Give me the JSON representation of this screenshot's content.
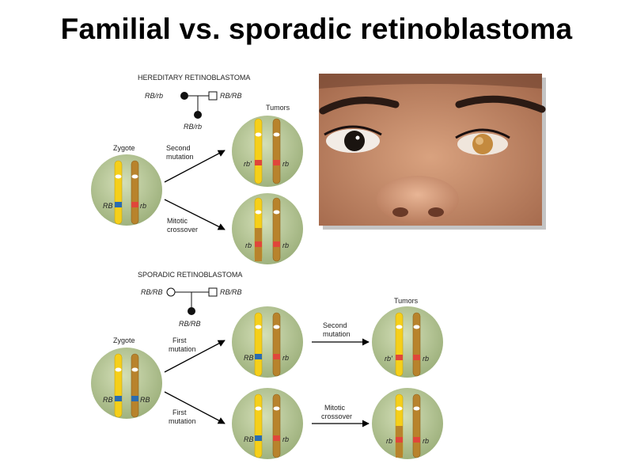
{
  "title": "Familial vs. sporadic retinoblastoma",
  "hereditary": {
    "heading": "HEREDITARY RETINOBLASTOMA",
    "parent_left": "RB/rb",
    "parent_right": "RB/RB",
    "child": "RB/rb",
    "zygote_label": "Zygote",
    "zygote_left_allele": "RB",
    "zygote_right_allele": "rb",
    "tumors_label": "Tumors",
    "arrow_top_label": [
      "Second",
      "mutation"
    ],
    "arrow_bottom_label": [
      "Mitotic",
      "crossover"
    ],
    "tumor1_left": "rb'",
    "tumor1_right": "rb",
    "tumor2_left": "rb",
    "tumor2_right": "rb"
  },
  "sporadic": {
    "heading": "SPORADIC RETINOBLASTOMA",
    "parent_left": "RB/RB",
    "parent_right": "RB/RB",
    "child": "RB/RB",
    "zygote_label": "Zygote",
    "zygote_left_allele": "RB",
    "zygote_right_allele": "RB",
    "arrow_top_label": [
      "First",
      "mutation"
    ],
    "arrow_bottom_label": [
      "First",
      "mutation"
    ],
    "mid1_left": "RB",
    "mid1_right": "rb",
    "mid2_left": "RB",
    "mid2_right": "rb",
    "arrow2_top_label": [
      "Second",
      "mutation"
    ],
    "arrow2_bottom_label": [
      "Mitotic",
      "crossover"
    ],
    "tumors_label": "Tumors",
    "tumor1_left": "rb'",
    "tumor1_right": "rb",
    "tumor2_left": "rb",
    "tumor2_right": "rb"
  },
  "colors": {
    "cell_fill": "#b9c99a",
    "chrom_yellow": "#f5cf1a",
    "chrom_brown": "#b8832c",
    "allele_blue": "#2b6cb0",
    "allele_red": "#e0463a"
  }
}
